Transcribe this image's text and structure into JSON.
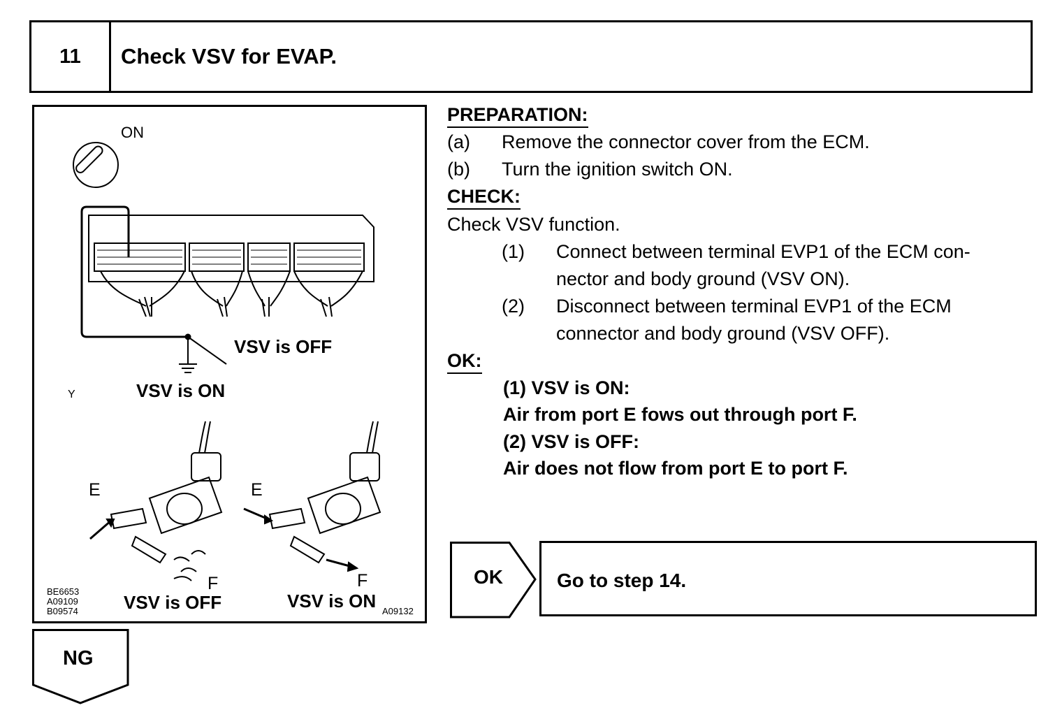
{
  "step": {
    "number": "11",
    "title": "Check VSV for EVAP."
  },
  "figure": {
    "ignition_label": "ON",
    "vsv_off_switch": "VSV is OFF",
    "vsv_on_switch": "VSV is ON",
    "y_label": "Y",
    "port_e_left": "E",
    "port_e_right": "E",
    "port_f_left": "F",
    "port_f_right": "F",
    "caption_off": "VSV is OFF",
    "caption_on": "VSV is ON",
    "codes_line1": "BE6653",
    "codes_line2": "A09109",
    "codes_line3": "B09574",
    "code_right": "A09132"
  },
  "preparation": {
    "heading": "PREPARATION:",
    "a_marker": "(a)",
    "a_text": "Remove the connector cover from the ECM.",
    "b_marker": "(b)",
    "b_text": "Turn the ignition switch ON."
  },
  "check": {
    "heading": "CHECK:",
    "intro": "Check VSV function.",
    "item1_marker": "(1)",
    "item1_line1": "Connect between terminal EVP1 of the ECM con-",
    "item1_line2": "nector and body ground (VSV ON).",
    "item2_marker": "(2)",
    "item2_line1": "Disconnect between terminal EVP1 of the ECM",
    "item2_line2": "connector and body ground (VSV OFF)."
  },
  "ok": {
    "heading": "OK:",
    "r1_title": "(1)  VSV is ON:",
    "r1_text": "Air from port E fows out through port F.",
    "r2_title": "(2)  VSV is OFF:",
    "r2_text": "Air does not flow from port E to port F."
  },
  "result": {
    "ok_label": "OK",
    "ok_action": "Go to step 14.",
    "ng_label": "NG"
  }
}
